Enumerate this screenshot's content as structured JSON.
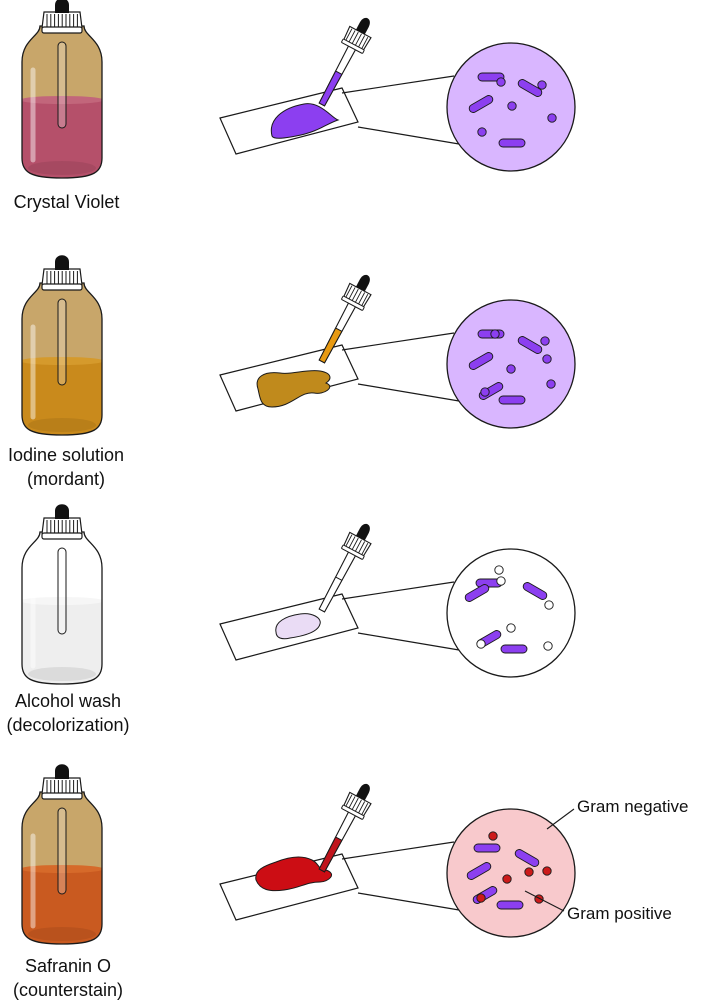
{
  "steps": [
    {
      "label": "Crystal Violet",
      "sublabel": "",
      "bottle_liquid_color": "#b5506a",
      "bottle_liquid_light": "#c2667b",
      "bottle_has_glass_tint": true,
      "stain_color": "#8c3ff0",
      "dropper_fill_color": "#8c3ff0",
      "circle_bg_color": "#d9b6ff",
      "rod_color": "#8c3ff0",
      "coccus_color": "#8c3ff0",
      "negative_fill_color": "#8c3ff0"
    },
    {
      "label": "Iodine solution",
      "sublabel": "(mordant)",
      "bottle_liquid_color": "#c98a1c",
      "bottle_liquid_light": "#d59a2c",
      "bottle_has_glass_tint": true,
      "stain_color": "#c08a1c",
      "dropper_fill_color": "#e89a12",
      "circle_bg_color": "#d9b6ff",
      "rod_color": "#8c3ff0",
      "coccus_color": "#8c3ff0",
      "negative_fill_color": "#8c3ff0"
    },
    {
      "label": "Alcohol wash",
      "sublabel": "(decolorization)",
      "bottle_liquid_color": "#eeeeee",
      "bottle_liquid_light": "#f6f6f6",
      "bottle_has_glass_tint": false,
      "stain_color": "#eadcf5",
      "dropper_fill_color": "#ffffff",
      "circle_bg_color": "#ffffff",
      "rod_color": "#8c3ff0",
      "coccus_color": "#ffffff",
      "negative_fill_color": "#ffffff"
    },
    {
      "label": "Safranin O",
      "sublabel": "(counterstain)",
      "bottle_liquid_color": "#c95a20",
      "bottle_liquid_light": "#d66a2a",
      "bottle_has_glass_tint": true,
      "stain_color": "#cc0d14",
      "dropper_fill_color": "#c0141c",
      "circle_bg_color": "#f8c9cc",
      "rod_color": "#8c3ff0",
      "coccus_color": "#cc1a1a",
      "negative_fill_color": "#cc1a1a"
    }
  ],
  "callouts": {
    "gram_negative": "Gram negative",
    "gram_positive": "Gram positive"
  },
  "colors": {
    "glass_tint": "#c8a66a",
    "outline": "#1a1a1a",
    "cap": "#111111"
  }
}
